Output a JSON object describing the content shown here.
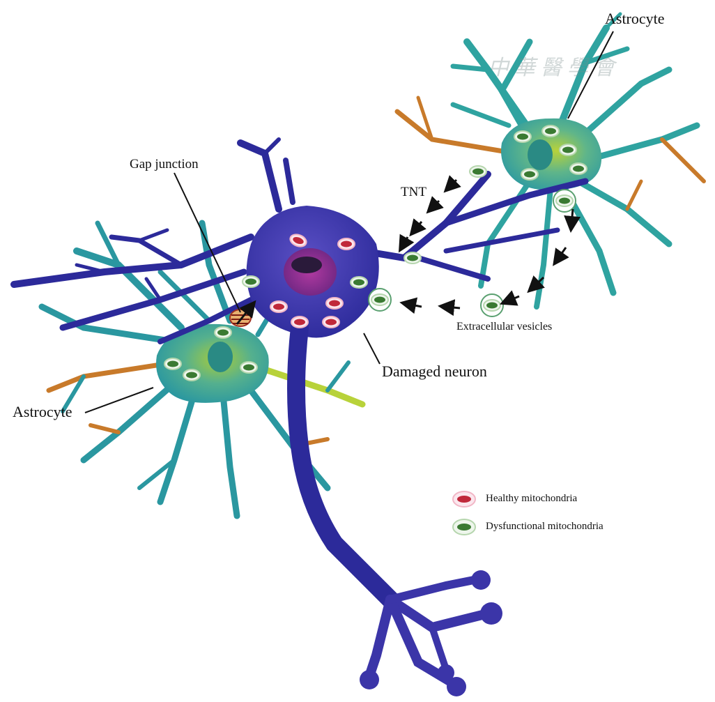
{
  "labels": {
    "astrocyte_top": "Astrocyte",
    "astrocyte_left": "Astrocyte",
    "gap_junction": "Gap junction",
    "tnt": "TNT",
    "extracellular_vesicles": "Extracellular vesicles",
    "damaged_neuron": "Damaged neuron"
  },
  "legend": {
    "healthy": "Healthy mitochondria",
    "dysfunctional": "Dysfunctional mitochondria"
  },
  "watermark": "中華醫學會",
  "colors": {
    "neuron": "#3b35a8",
    "neuron_dark": "#2a2890",
    "astrocyte_teal": "#2fa3a0",
    "astrocyte_yellow": "#b8d23a",
    "astrocyte_orange": "#c87a2a",
    "nucleus_neuron": "#8a2a8a",
    "healthy_mito": "#c0283a",
    "dysfunctional_mito": "#3a7a32"
  }
}
